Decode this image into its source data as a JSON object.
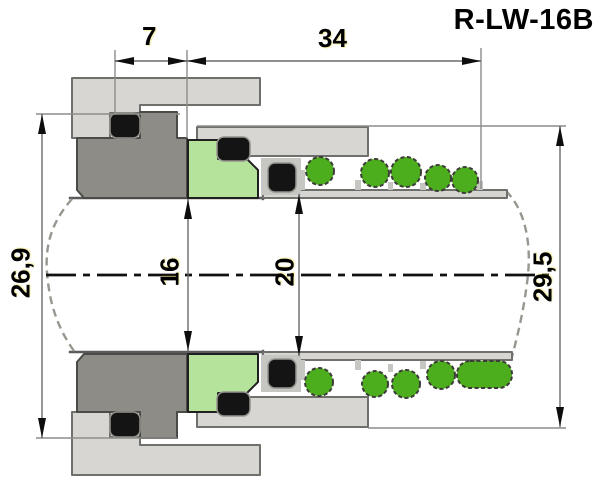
{
  "drawing": {
    "title": "R-LW-16B",
    "dimensions": {
      "seat_width": "7",
      "working_length": "34",
      "seat_outer_diameter": "26,9",
      "shaft_diameter": "16",
      "sleeve_diameter": "20",
      "head_outer_diameter": "29,5"
    }
  },
  "colors": {
    "part_gray": "#d7d6d2",
    "post_gray": "#c6c6c2",
    "seat_gray": "#8e8c87",
    "face_green": "#b6e39c",
    "spring_green": "#4cae1c",
    "oring_black": "#141414"
  }
}
